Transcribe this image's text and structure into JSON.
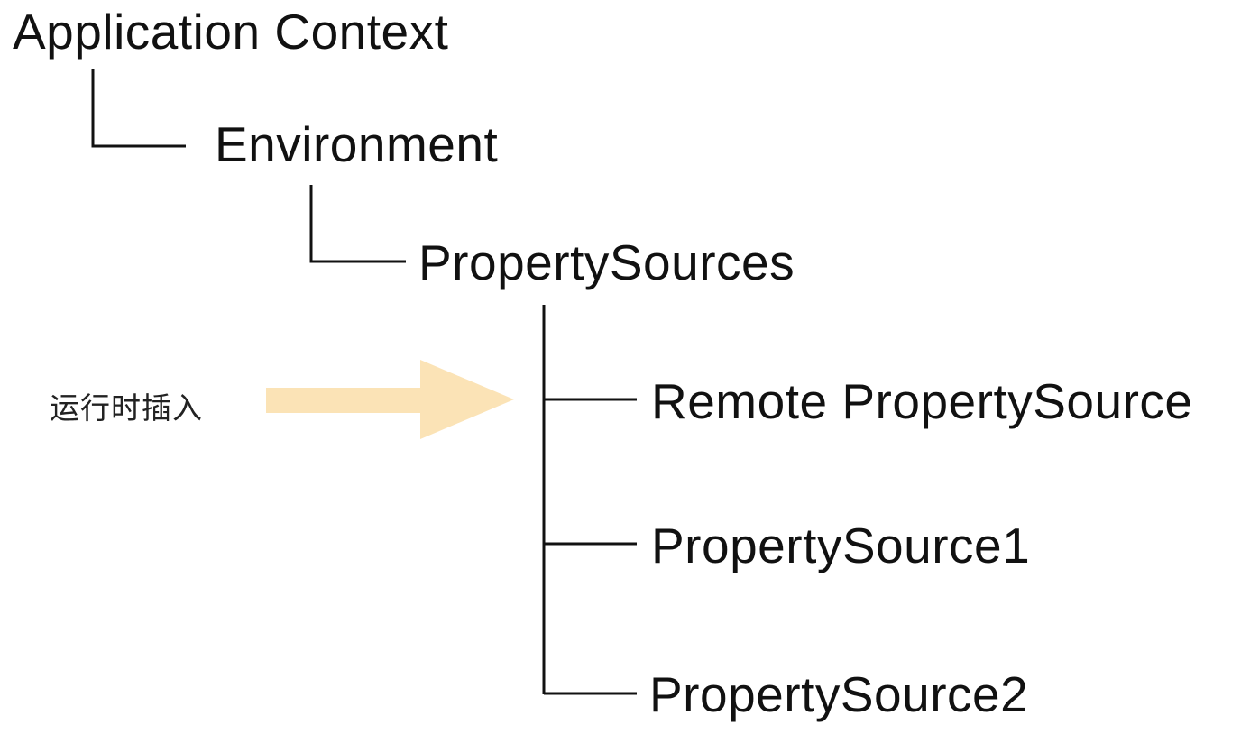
{
  "diagram": {
    "root": "Application Context",
    "environment": "Environment",
    "property_sources": "PropertySources",
    "children": [
      "Remote PropertySource",
      "PropertySource1",
      "PropertySource2"
    ],
    "runtime_insert_label": "运行时插入"
  },
  "colors": {
    "line": "#111111",
    "arrow": "#fbe3b6",
    "background": "#ffffff"
  }
}
